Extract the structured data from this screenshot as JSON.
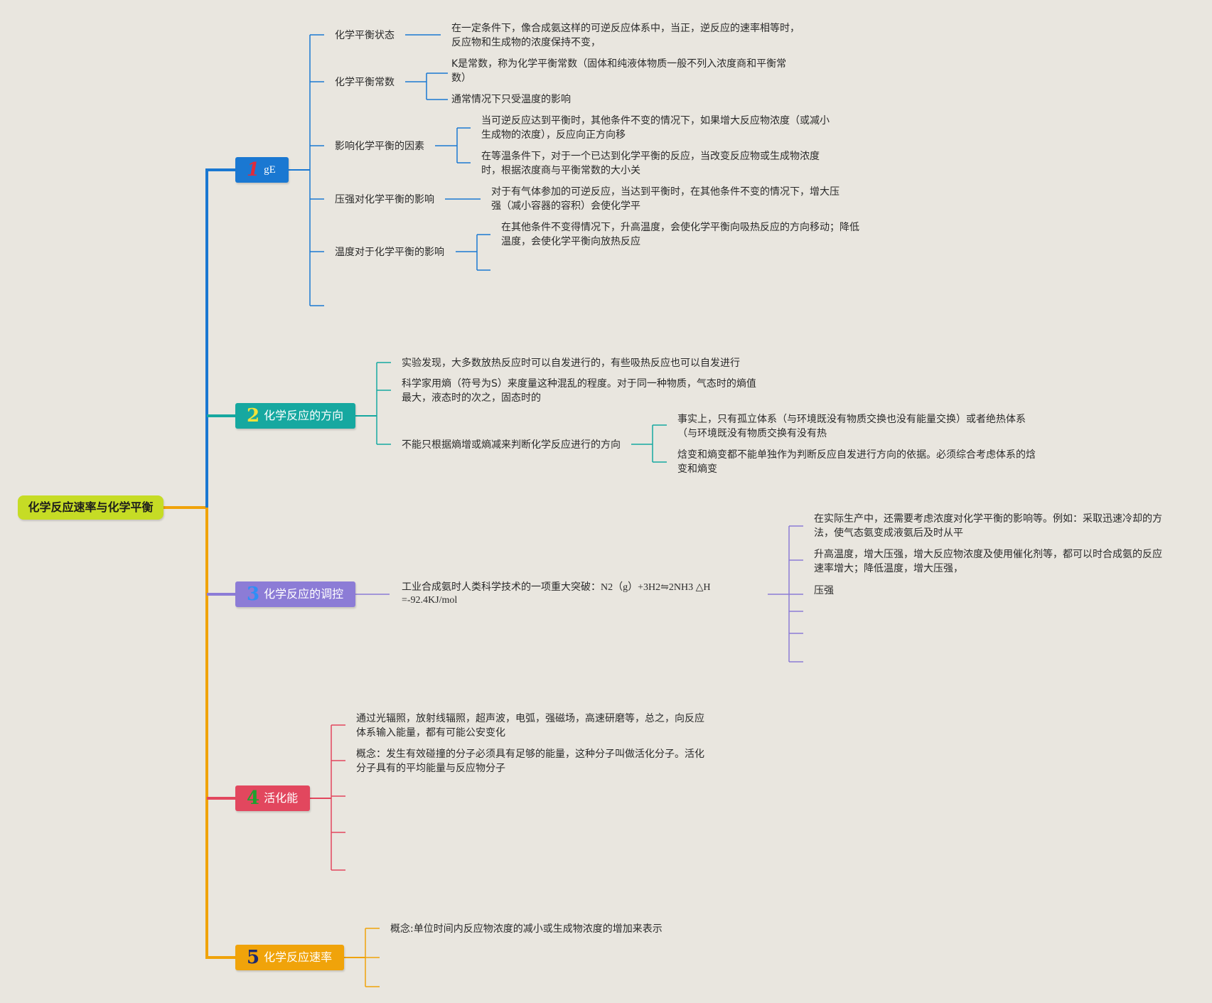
{
  "root": {
    "label": "化学反应速率与化学平衡"
  },
  "colors": {
    "root": "#c6dc25",
    "branch1": "#1a78d2",
    "branch2": "#16a8a0",
    "branch3": "#8c7cd6",
    "branch4": "#e2475e",
    "branch5": "#f0a30a",
    "num1": "#e02b3a",
    "num2": "#f2e23a",
    "num3": "#2f8ff5",
    "num4": "#1fa12e",
    "num5": "#1d2a6e"
  },
  "branches": [
    {
      "number": "1",
      "label": "gE"
    },
    {
      "number": "2",
      "label": "化学反应的方向"
    },
    {
      "number": "3",
      "label": "化学反应的调控"
    },
    {
      "number": "4",
      "label": "活化能"
    },
    {
      "number": "5",
      "label": "化学反应速率"
    }
  ],
  "b1": {
    "topics": [
      "化学平衡状态",
      "化学平衡常数",
      "影响化学平衡的因素",
      "压强对化学平衡的影响",
      "温度对于化学平衡的影响"
    ],
    "state_detail": "在一定条件下，像合成氨这样的可逆反应体系中，当正，逆反应的速率相等时，反应物和生成物的浓度保持不变，",
    "constant_details": [
      "K是常数，称为化学平衡常数（固体和纯液体物质一般不列入浓度商和平衡常数）",
      "通常情况下只受温度的影响"
    ],
    "factor_details": [
      "当可逆反应达到平衡时，其他条件不变的情况下，如果增大反应物浓度（或减小生成物的浓度），反应向正方向移",
      "在等温条件下，对于一个已达到化学平衡的反应，当改变反应物或生成物浓度时，根据浓度商与平衡常数的大小关"
    ],
    "pressure_detail": "对于有气体参加的可逆反应，当达到平衡时，在其他条件不变的情况下，增大压强（减小容器的容积）会使化学平",
    "temperature_detail": "在其他条件不变得情况下，升高温度，会使化学平衡向吸热反应的方向移动；降低温度，会使化学平衡向放热反应"
  },
  "b2": {
    "items": [
      "实验发现，大多数放热反应时可以自发进行的，有些吸热反应也可以自发进行",
      "科学家用熵（符号为S）来度量这种混乱的程度。对于同一种物质，气态时的熵值最大，液态时的次之，固态时的",
      "不能只根据熵增或熵减来判断化学反应进行的方向"
    ],
    "sub_items": [
      "事实上，只有孤立体系（与环境既没有物质交换也没有能量交换）或者绝热体系（与环境既没有物质交换有没有热",
      "焓变和熵变都不能单独作为判断反应自发进行方向的依据。必须综合考虑体系的焓变和熵变"
    ]
  },
  "b3": {
    "main": "工业合成氨时人类科学技术的一项重大突破：N2（g）+3H2⇋2NH3 △H =-92.4KJ/mol",
    "items": [
      "在实际生产中，还需要考虑浓度对化学平衡的影响等。例如：采取迅速冷却的方法，使气态氨变成液氨后及时从平",
      "升高温度，增大压强，增大反应物浓度及使用催化剂等，都可以时合成氨的反应速率增大；降低温度，增大压强，",
      "压强"
    ]
  },
  "b4": {
    "items": [
      "通过光辐照，放射线辐照，超声波，电弧，强磁场，高速研磨等，总之，向反应体系输入能量，都有可能公安变化",
      "概念：发生有效碰撞的分子必须具有足够的能量，这种分子叫做活化分子。活化分子具有的平均能量与反应物分子"
    ]
  },
  "b5": {
    "items": [
      "概念:单位时间内反应物浓度的减小或生成物浓度的增加来表示"
    ]
  }
}
